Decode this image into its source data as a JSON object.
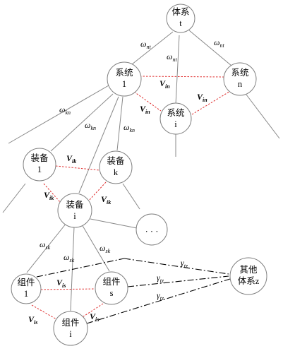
{
  "nodes": {
    "system_of_systems": {
      "line1": "体系",
      "line2": "t"
    },
    "system_1": {
      "line1": "系统",
      "line2": "1"
    },
    "system_n": {
      "line1": "系统",
      "line2": "n"
    },
    "system_i": {
      "line1": "系统",
      "line2": "i"
    },
    "equipment_1": {
      "line1": "装备",
      "line2": "1"
    },
    "equipment_k": {
      "line1": "装备",
      "line2": "k"
    },
    "equipment_i": {
      "line1": "装备",
      "line2": "i"
    },
    "ellipsis": {
      "line1": "· · ·"
    },
    "component_1": {
      "line1": "组件",
      "line2": "1"
    },
    "component_s": {
      "line1": "组件",
      "line2": "s"
    },
    "component_i": {
      "line1": "组件",
      "line2": "i"
    },
    "other_system": {
      "line1": "其他",
      "line2": "体系z"
    }
  },
  "labels": {
    "omega": "ω",
    "V": "V",
    "gamma": "γ",
    "sub_nt": "nt",
    "sub_kn": "kn",
    "sub_sk": "sk",
    "sub_in": "in",
    "sub_ik": "ik",
    "sub_is": "is",
    "sub_tz": "tz"
  }
}
